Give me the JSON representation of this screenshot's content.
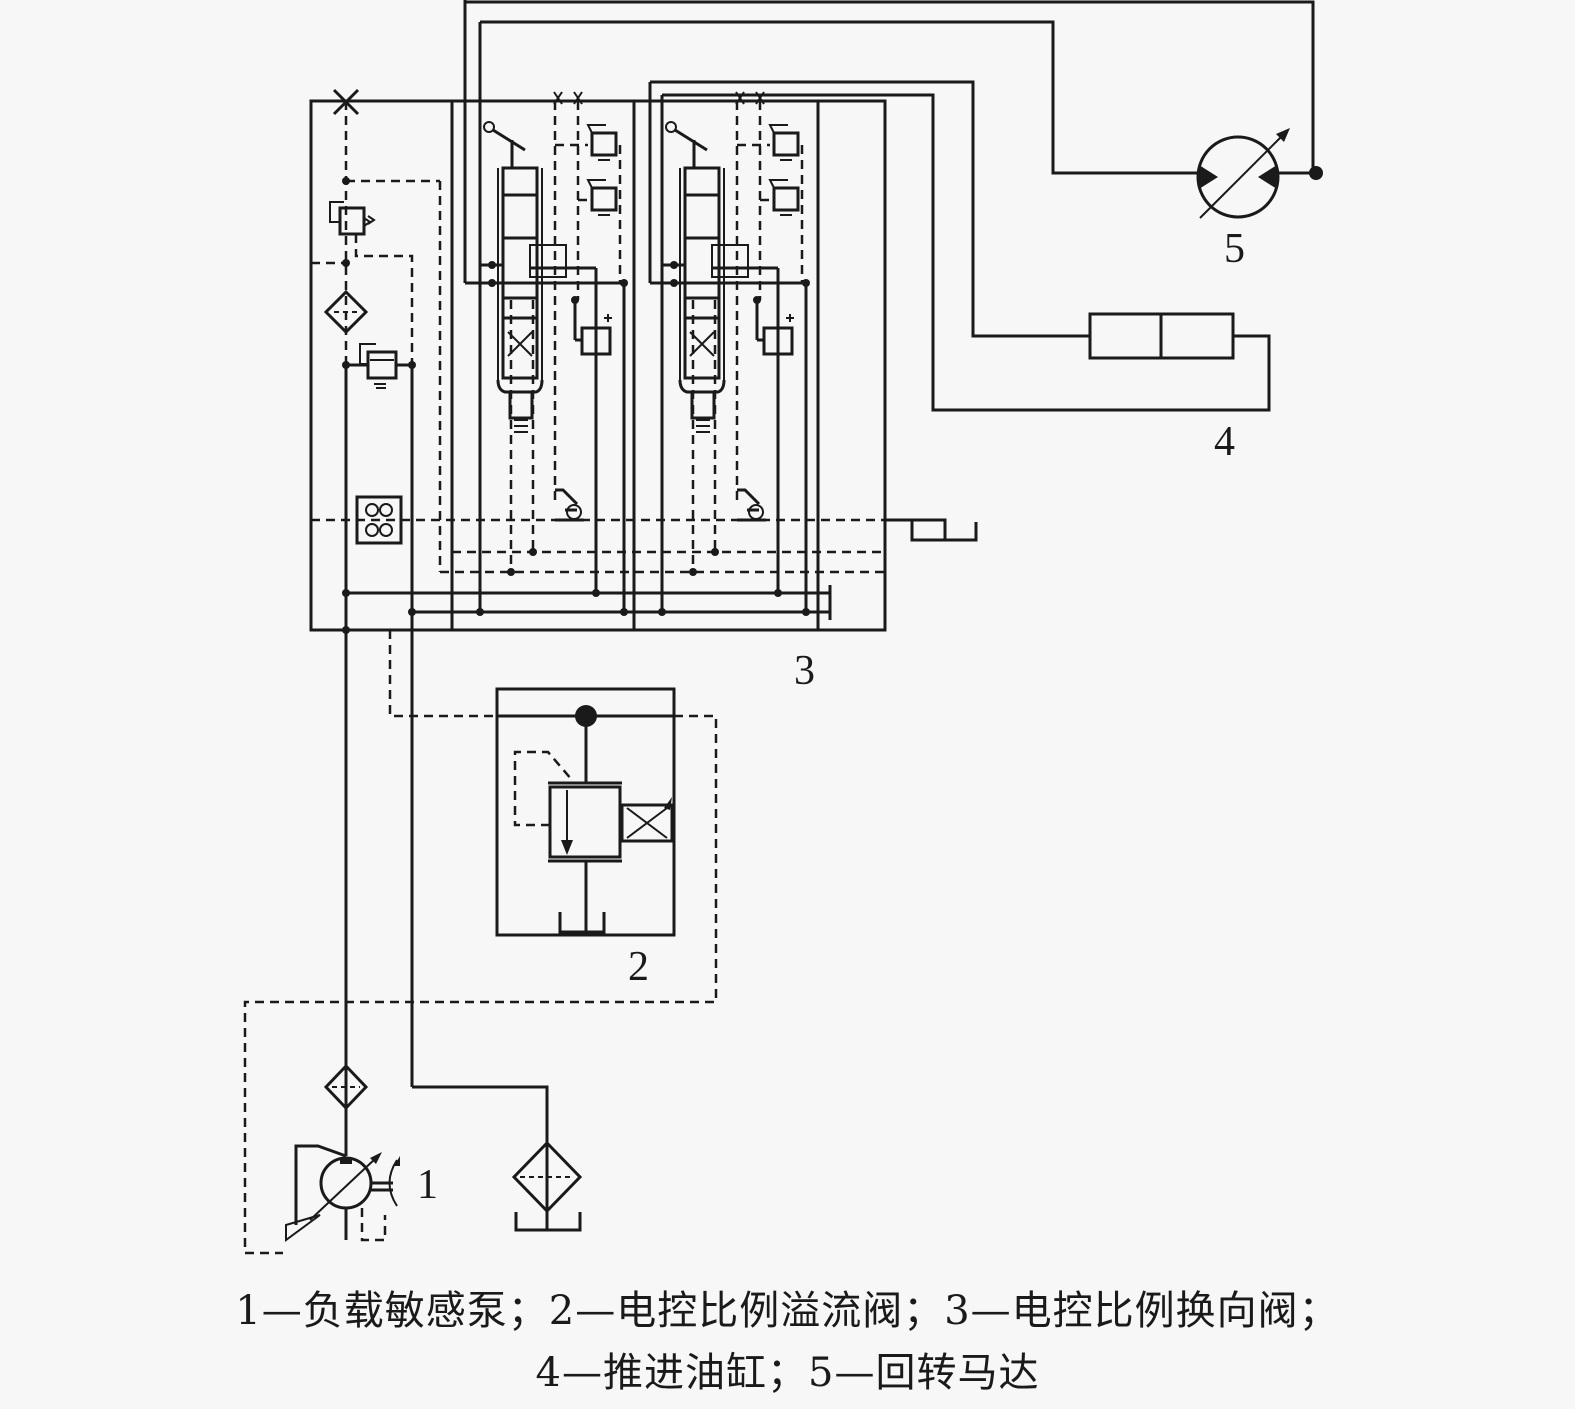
{
  "figure": {
    "type": "hydraulic-schematic",
    "component_labels": [
      "1",
      "2",
      "3",
      "4",
      "5"
    ],
    "caption": {
      "line1": "1—负载敏感泵；2—电控比例溢流阀；3—电控比例换向阀；",
      "line2": "4—推进油缸；5—回转马达"
    },
    "components": [
      {
        "id": "1",
        "name": "负载敏感泵"
      },
      {
        "id": "2",
        "name": "电控比例溢流阀"
      },
      {
        "id": "3",
        "name": "电控比例换向阀"
      },
      {
        "id": "4",
        "name": "推进油缸"
      },
      {
        "id": "5",
        "name": "回转马达"
      }
    ],
    "colors": {
      "line": "#1a1a1a",
      "background": "#f7f7f7"
    }
  }
}
